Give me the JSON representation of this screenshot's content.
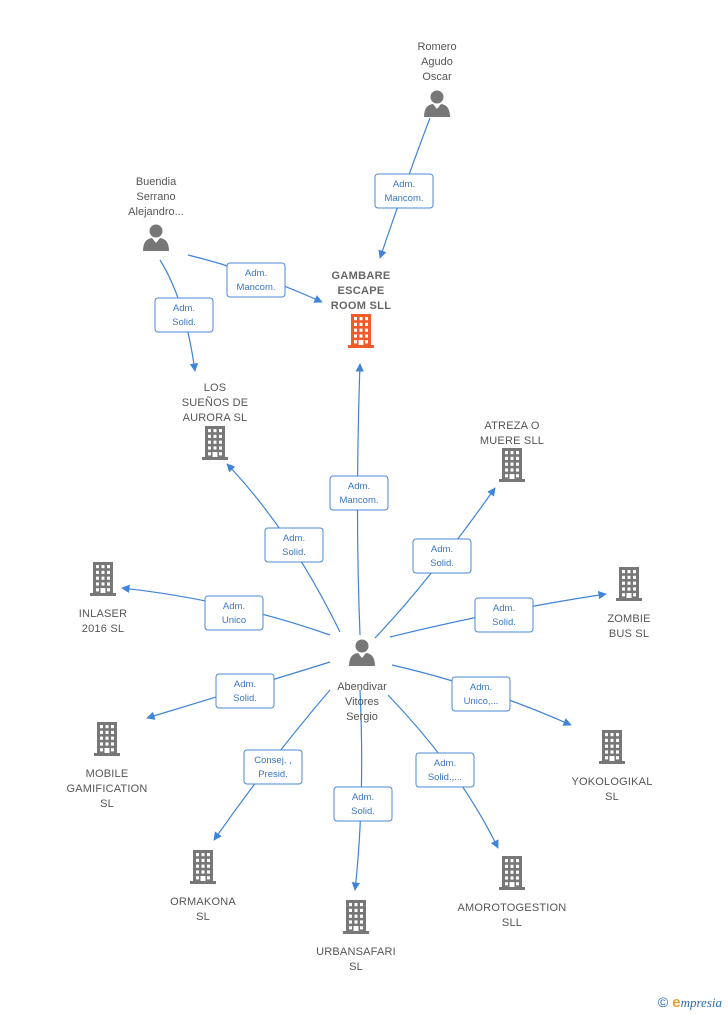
{
  "colors": {
    "edge": "#3f84d8",
    "person_icon": "#777777",
    "company_icon": "#777777",
    "main_company_icon": "#f15a29"
  },
  "nodes": {
    "romero": {
      "type": "person",
      "lines": [
        "Romero",
        "Agudo",
        "Oscar"
      ]
    },
    "buendia": {
      "type": "person",
      "lines": [
        "Buendia",
        "Serrano",
        "Alejandro..."
      ]
    },
    "gambare": {
      "type": "company-main",
      "lines": [
        "GAMBARE",
        "ESCAPE",
        "ROOM  SLL"
      ]
    },
    "suenos": {
      "type": "company",
      "lines": [
        "LOS",
        "SUEÑOS DE",
        "AURORA  SL"
      ]
    },
    "atreza": {
      "type": "company",
      "lines": [
        "ATREZA O",
        "MUERE  SLL"
      ]
    },
    "inlaser": {
      "type": "company",
      "lines": [
        "INLASER",
        "2016  SL"
      ]
    },
    "zombie": {
      "type": "company",
      "lines": [
        "ZOMBIE",
        "BUS  SL"
      ]
    },
    "abendivar": {
      "type": "person",
      "lines": [
        "Abendivar",
        "Vitores",
        "Sergio"
      ]
    },
    "mobile": {
      "type": "company",
      "lines": [
        "MOBILE",
        "GAMIFICATION",
        "SL"
      ]
    },
    "yokologikal": {
      "type": "company",
      "lines": [
        "YOKOLOGIKAL",
        "SL"
      ]
    },
    "ormakona": {
      "type": "company",
      "lines": [
        "ORMAKONA",
        "SL"
      ]
    },
    "urbansafari": {
      "type": "company",
      "lines": [
        "URBANSAFARI",
        "SL"
      ]
    },
    "amorotogestion": {
      "type": "company",
      "lines": [
        "AMOROTOGESTION",
        "SLL"
      ]
    }
  },
  "edges": [
    {
      "from": "romero",
      "to": "gambare",
      "label": [
        "Adm.",
        "Mancom."
      ]
    },
    {
      "from": "buendia",
      "to": "gambare",
      "label": [
        "Adm.",
        "Mancom."
      ]
    },
    {
      "from": "buendia",
      "to": "suenos",
      "label": [
        "Adm.",
        "Solid."
      ]
    },
    {
      "from": "abendivar",
      "to": "gambare",
      "label": [
        "Adm.",
        "Mancom."
      ]
    },
    {
      "from": "abendivar",
      "to": "suenos",
      "label": [
        "Adm.",
        "Solid."
      ]
    },
    {
      "from": "abendivar",
      "to": "atreza",
      "label": [
        "Adm.",
        "Solid."
      ]
    },
    {
      "from": "abendivar",
      "to": "inlaser",
      "label": [
        "Adm.",
        "Unico"
      ]
    },
    {
      "from": "abendivar",
      "to": "zombie",
      "label": [
        "Adm.",
        "Solid."
      ]
    },
    {
      "from": "abendivar",
      "to": "mobile",
      "label": [
        "Adm.",
        "Solid."
      ]
    },
    {
      "from": "abendivar",
      "to": "yokologikal",
      "label": [
        "Adm.",
        "Unico,..."
      ]
    },
    {
      "from": "abendivar",
      "to": "ormakona",
      "label": [
        "Consej. ,",
        "Presid."
      ]
    },
    {
      "from": "abendivar",
      "to": "urbansafari",
      "label": [
        "Adm.",
        "Solid."
      ]
    },
    {
      "from": "abendivar",
      "to": "amorotogestion",
      "label": [
        "Adm.",
        "Solid.,..."
      ]
    }
  ],
  "footer": {
    "copyright": "©",
    "brand_initial": "e",
    "brand_rest": "mpresia"
  }
}
